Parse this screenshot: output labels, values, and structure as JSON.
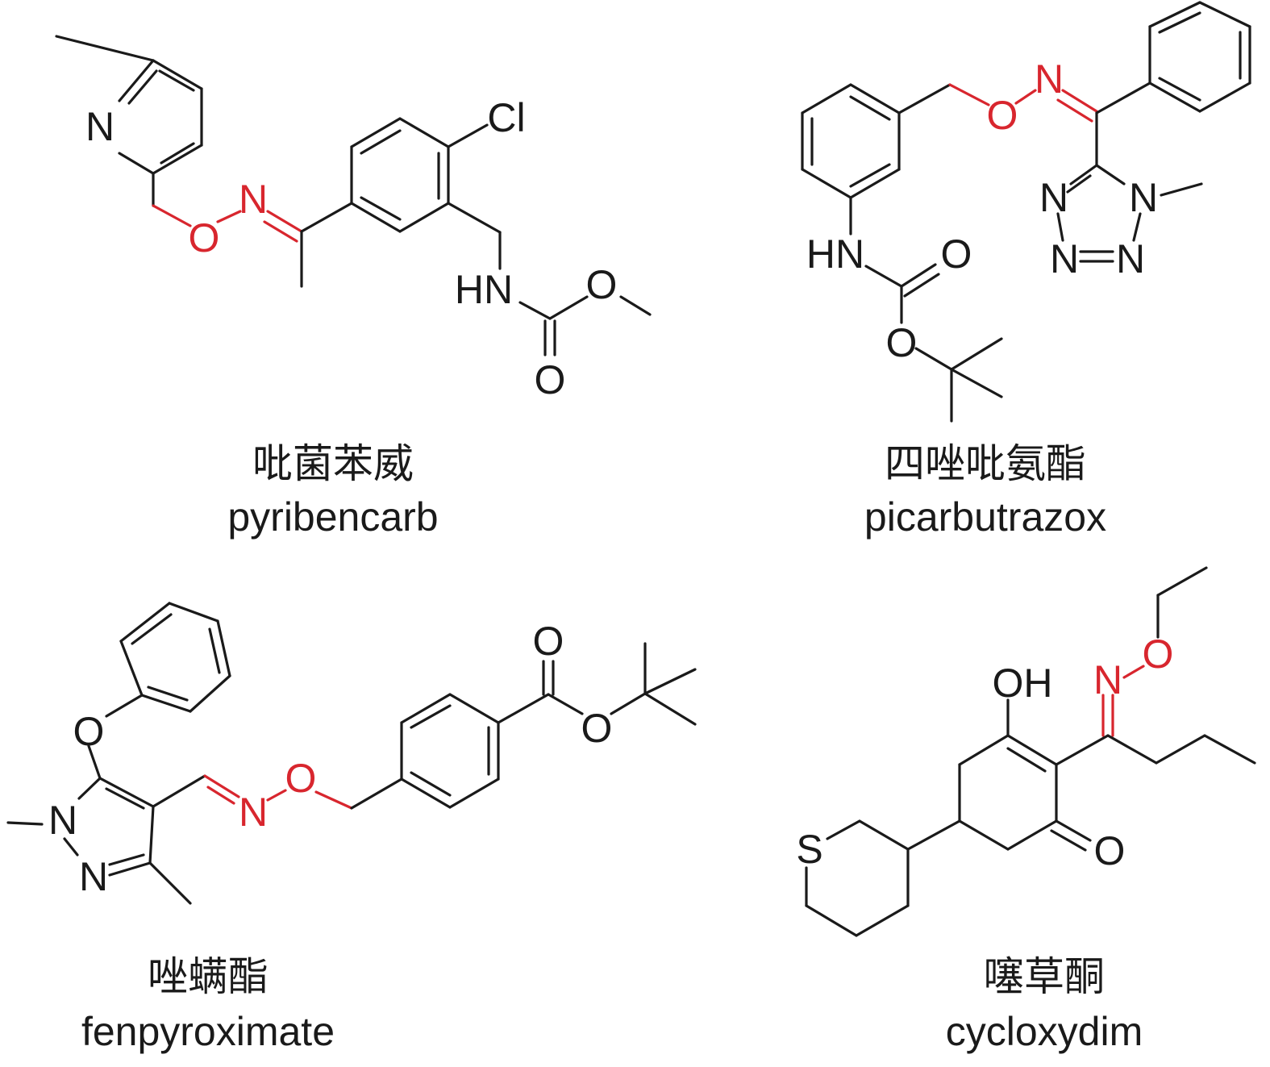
{
  "colors": {
    "ink": "#1a1a1a",
    "oxime_highlight": "#d8262e"
  },
  "compounds": [
    {
      "name_cn": "吡菌苯威",
      "name_en": "pyribencarb",
      "atoms": {
        "n_pyridine": "N",
        "cl": "Cl",
        "o_oxime": "O",
        "n_oxime": "N",
        "hn": "HN",
        "o_ester": "O",
        "o_carbonyl": "O"
      }
    },
    {
      "name_cn": "四唑吡氨酯",
      "name_en": "picarbutrazox",
      "atoms": {
        "o_oxime": "O",
        "n_oxime": "N",
        "hn": "HN",
        "o_carbonyl": "O",
        "o_ester": "O",
        "n_tz1": "N",
        "n_tz2": "N",
        "n_tz3": "N",
        "n_tz4": "N"
      }
    },
    {
      "name_cn": "唑螨酯",
      "name_en": "fenpyroximate",
      "atoms": {
        "o_phenoxy": "O",
        "n1": "N",
        "n2": "N",
        "n_oxime": "N",
        "o_oxime": "O",
        "o_carbonyl": "O",
        "o_ester": "O"
      }
    },
    {
      "name_cn": "噻草酮",
      "name_en": "cycloxydim",
      "atoms": {
        "oh": "OH",
        "n_oxime": "N",
        "o_oxime": "O",
        "s": "S",
        "o_ketone": "O"
      }
    }
  ]
}
